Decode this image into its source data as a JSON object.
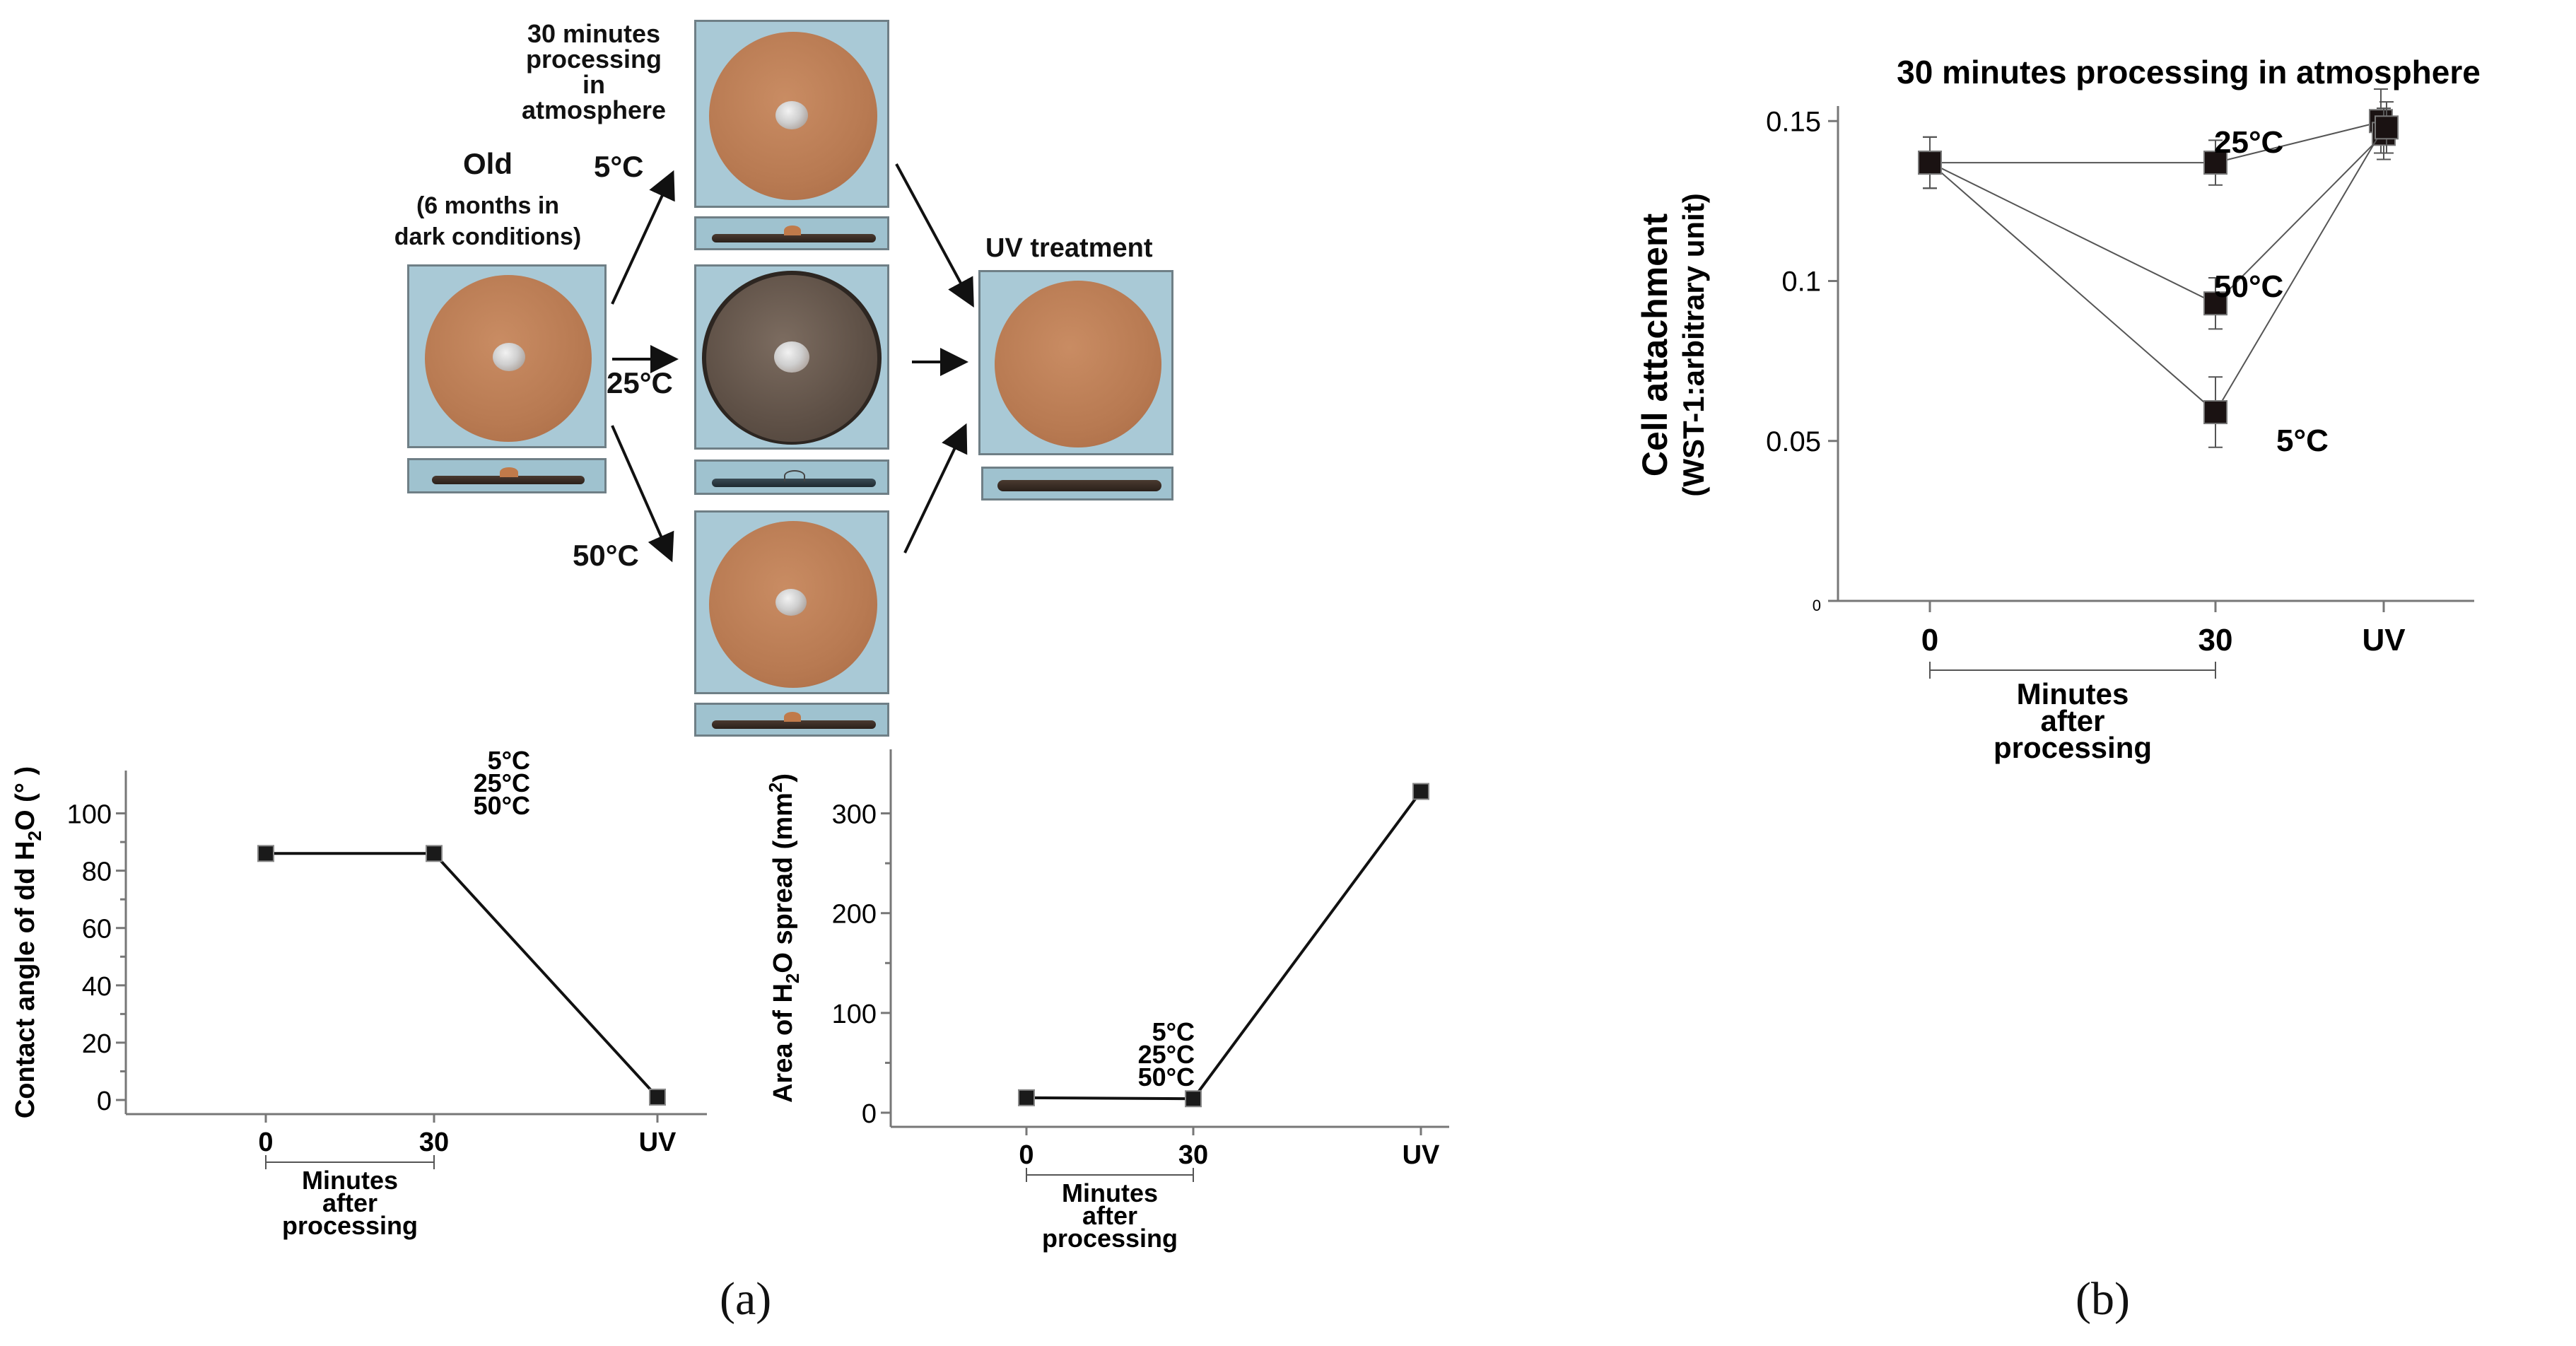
{
  "panel_a": {
    "photos": {
      "old_title": "Old",
      "old_subtitle_1": "(6 months in",
      "old_subtitle_2": "dark conditions)",
      "processing_1": "30 minutes",
      "processing_2": "processing",
      "processing_3": "in",
      "processing_4": "atmosphere",
      "temp_5": "5°C",
      "temp_25": "25°C",
      "temp_50": "50°C",
      "uv_title": "UV treatment"
    },
    "label": "(a)"
  },
  "panel_b": {
    "label": "(b)"
  },
  "chart_data": [
    {
      "id": "contact-angle",
      "type": "line",
      "ylabel": "Contact angle of dd H2O (°)",
      "ylabel_parts": {
        "before": "Contact angle of dd H",
        "sub": "2",
        "after": "O (°  )"
      },
      "categories": [
        "0",
        "30",
        "UV"
      ],
      "ylim": [
        0,
        110
      ],
      "yticks": [
        0,
        20,
        40,
        60,
        80,
        100
      ],
      "series": [
        {
          "values": [
            86,
            86,
            1
          ]
        }
      ],
      "annotations": [
        "5°C",
        "25°C",
        "50°C"
      ],
      "bracket_label": [
        "Minutes",
        "after",
        "processing"
      ]
    },
    {
      "id": "area-spread",
      "type": "line",
      "ylabel": "Area of H2O spread (mm2)",
      "ylabel_parts": {
        "before": "Area of H",
        "sub": "2",
        "after": "O spread (mm",
        "sup": "2",
        "end": ")"
      },
      "categories": [
        "0",
        "30",
        "UV"
      ],
      "ylim": [
        0,
        350
      ],
      "yticks": [
        0,
        100,
        200,
        300
      ],
      "series": [
        {
          "values": [
            15,
            14,
            322
          ]
        }
      ],
      "annotations": [
        "5°C",
        "25°C",
        "50°C"
      ],
      "bracket_label": [
        "Minutes",
        "after",
        "processing"
      ]
    },
    {
      "id": "cell-attachment",
      "type": "line",
      "title": "30 minutes processing in atmosphere",
      "ylabel": "Cell attachment",
      "ylabel2": "(WST-1:arbitrary unit)",
      "categories": [
        "0",
        "30",
        "UV"
      ],
      "ylim": [
        0,
        0.16
      ],
      "yticks": [
        0,
        0.05,
        0.1,
        0.15
      ],
      "ytick_labels": [
        "0",
        "0.05",
        "0.1",
        "0.15"
      ],
      "series": [
        {
          "name": "25°C",
          "values": [
            0.137,
            0.137,
            0.15
          ],
          "errors": [
            0.008,
            0.007,
            0.01
          ]
        },
        {
          "name": "50°C",
          "values": [
            0.137,
            0.093,
            0.146
          ],
          "errors": [
            0.008,
            0.008,
            0.008
          ]
        },
        {
          "name": "5°C",
          "values": [
            0.137,
            0.059,
            0.148
          ],
          "errors": [
            0.008,
            0.011,
            0.008
          ]
        }
      ],
      "bracket_label": [
        "Minutes",
        "after",
        "processing"
      ]
    }
  ]
}
